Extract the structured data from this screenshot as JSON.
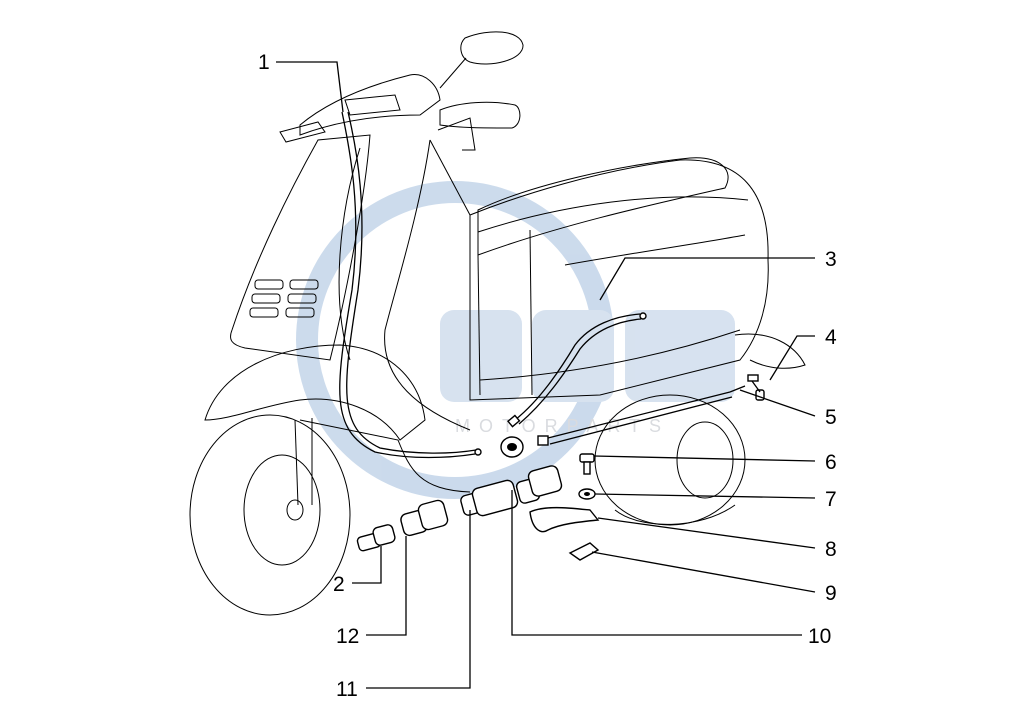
{
  "diagram": {
    "watermark": {
      "color_blue": "#b8cfe6",
      "color_grey": "#d5d8dc"
    },
    "line_color": "#000000",
    "callouts": [
      {
        "id": "1",
        "label": "1"
      },
      {
        "id": "2",
        "label": "2"
      },
      {
        "id": "3",
        "label": "3"
      },
      {
        "id": "4",
        "label": "4"
      },
      {
        "id": "5",
        "label": "5"
      },
      {
        "id": "6",
        "label": "6"
      },
      {
        "id": "7",
        "label": "7"
      },
      {
        "id": "8",
        "label": "8"
      },
      {
        "id": "9",
        "label": "9"
      },
      {
        "id": "10",
        "label": "10"
      },
      {
        "id": "11",
        "label": "11"
      },
      {
        "id": "12",
        "label": "12"
      }
    ]
  }
}
